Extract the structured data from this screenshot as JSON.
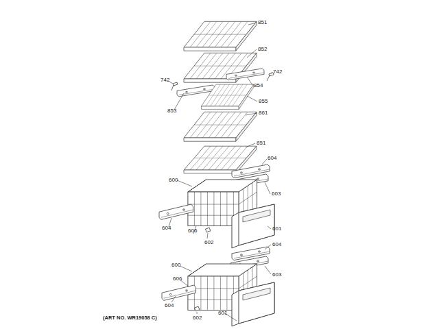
{
  "diagram": {
    "caption": "(ART NO. WR19058 C)",
    "labels": [
      "851",
      "852",
      "742",
      "854",
      "742",
      "853",
      "855",
      "861",
      "851",
      "604",
      "600",
      "603",
      "604",
      "601",
      "606",
      "602",
      "604",
      "600",
      "603",
      "606",
      "604",
      "602",
      "601"
    ]
  }
}
